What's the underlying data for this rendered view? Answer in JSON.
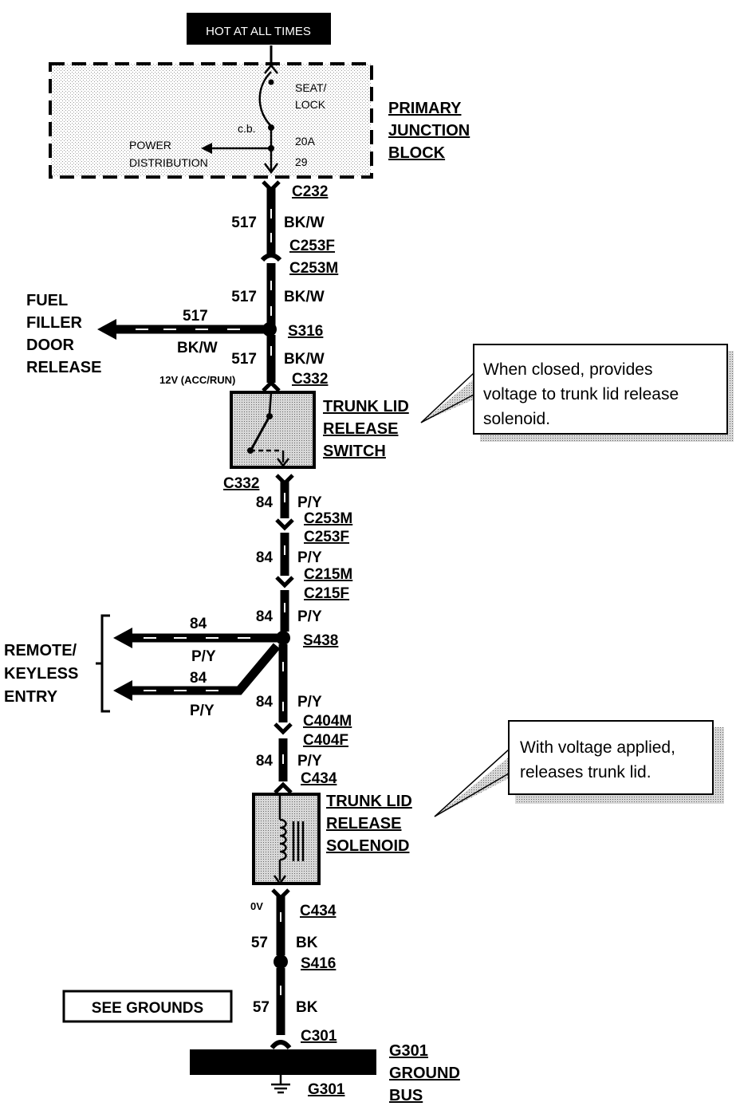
{
  "hot_label": "HOT AT ALL TIMES",
  "junction": {
    "seat_lock_1": "SEAT/",
    "seat_lock_2": "LOCK",
    "cb": "c.b.",
    "amps": "20A",
    "fuse_no": "29",
    "power_1": "POWER",
    "power_2": "DISTRIBUTION",
    "name_1": "PRIMARY",
    "name_2": "JUNCTION",
    "name_3": "BLOCK"
  },
  "connectors": {
    "c232": "C232",
    "c253f_top": "C253F",
    "c253m_top": "C253M",
    "s316": "S316",
    "c332_top": "C332",
    "c332_bottom": "C332",
    "c253m_mid": "C253M",
    "c253f_mid": "C253F",
    "c215m": "C215M",
    "c215f": "C215F",
    "s438": "S438",
    "c404m": "C404M",
    "c404f": "C404F",
    "c434_top": "C434",
    "c434_bottom": "C434",
    "s416": "S416",
    "c301": "C301",
    "g301": "G301"
  },
  "wires": {
    "w517_1": "517",
    "bkw_1": "BK/W",
    "w517_2": "517",
    "bkw_2": "BK/W",
    "w517_branch": "517",
    "bkw_branch": "BK/W",
    "w517_3": "517",
    "bkw_3": "BK/W",
    "voltage_acc": "12V (ACC/RUN)",
    "w84_1": "84",
    "py_1": "P/Y",
    "w84_2": "84",
    "py_2": "P/Y",
    "w84_3": "84",
    "py_3": "P/Y",
    "w84_b1": "84",
    "py_b1": "P/Y",
    "w84_b2": "84",
    "py_b2": "P/Y",
    "w84_4": "84",
    "py_4": "P/Y",
    "w84_5": "84",
    "py_5": "P/Y",
    "voltage_0": "0V",
    "w57_1": "57",
    "bk_1": "BK",
    "w57_2": "57",
    "bk_2": "BK"
  },
  "fuel": {
    "l1": "FUEL",
    "l2": "FILLER",
    "l3": "DOOR",
    "l4": "RELEASE"
  },
  "switch": {
    "l1": "TRUNK LID",
    "l2": "RELEASE",
    "l3": "SWITCH"
  },
  "switch_note": {
    "l1": "When closed, provides",
    "l2": "voltage to trunk lid release",
    "l3": "solenoid."
  },
  "remote": {
    "l1": "REMOTE/",
    "l2": "KEYLESS",
    "l3": "ENTRY"
  },
  "solenoid": {
    "l1": "TRUNK LID",
    "l2": "RELEASE",
    "l3": "SOLENOID"
  },
  "solenoid_note": {
    "l1": "With voltage applied,",
    "l2": "releases trunk lid."
  },
  "see_grounds": "SEE GROUNDS",
  "ground_bus": {
    "l1": "G301",
    "l2": "GROUND",
    "l3": "BUS"
  }
}
